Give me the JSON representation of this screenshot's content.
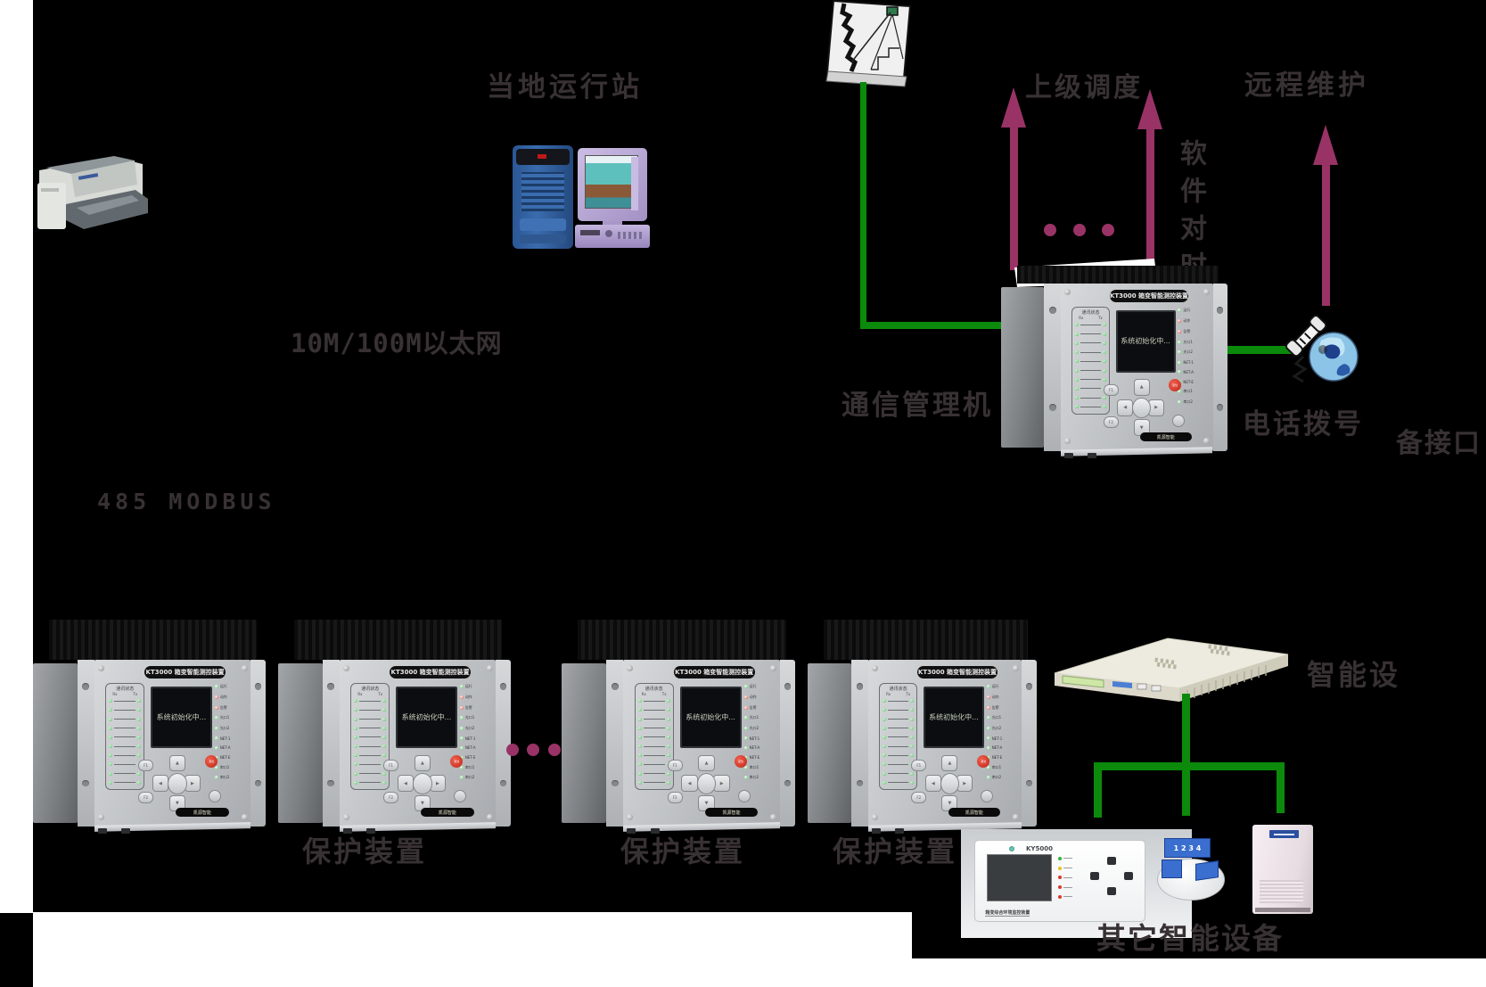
{
  "colors": {
    "background": "#000000",
    "line_green": "#0b8a0b",
    "arrow_purple": "#993366",
    "label_text": "#383134"
  },
  "labels": {
    "local_station": "当地运行站",
    "ethernet": "10M/100M以太网",
    "modbus": "485 MODBUS",
    "dispatch": "上级调度",
    "remote_maintenance": "远程维护",
    "time_sync": "软件对时",
    "comm_manager": "通信管理机",
    "phone_dial": "电话拨号",
    "spare_port": "备接口",
    "protection": [
      "保护装置",
      "保护装置",
      "保护装置"
    ],
    "smart_device": "智能设",
    "other_smart_devices": "其它智能设备"
  },
  "device": {
    "title": "KT3000 箱变智能测控装置",
    "comm_status": "通讯状态",
    "rx": "Rx",
    "tx": "Tx",
    "left_rows": 10,
    "lcd_text": "系统初始化中...",
    "right_leds": [
      {
        "label": "运行",
        "color": "#4fc05a"
      },
      {
        "label": "动作",
        "color": "#e04030"
      },
      {
        "label": "告警",
        "color": "#e04030"
      },
      {
        "label": "光口1",
        "color": "#4fc05a"
      },
      {
        "label": "光口2",
        "color": "#4fc05a"
      },
      {
        "label": "NET-1",
        "color": "#4fc05a"
      },
      {
        "label": "NET-A",
        "color": "#4fc05a"
      },
      {
        "label": "NET-E",
        "color": "#4fc05a"
      },
      {
        "label": "串口1",
        "color": "#4fc05a"
      },
      {
        "label": "串口2",
        "color": "#4fc05a"
      }
    ],
    "f1": "F1",
    "f2": "F2",
    "reset": "复位",
    "logo": "凯源智能"
  },
  "ky_device": {
    "model": "KY5000",
    "bottom_label": "箱变综合环境监控装置",
    "leds": [
      "#2fb53a",
      "#e8c020",
      "#d83a2a",
      "#d83a2a",
      "#d83a2a"
    ]
  },
  "sensor": {
    "terminals": "1 2 3 4"
  }
}
